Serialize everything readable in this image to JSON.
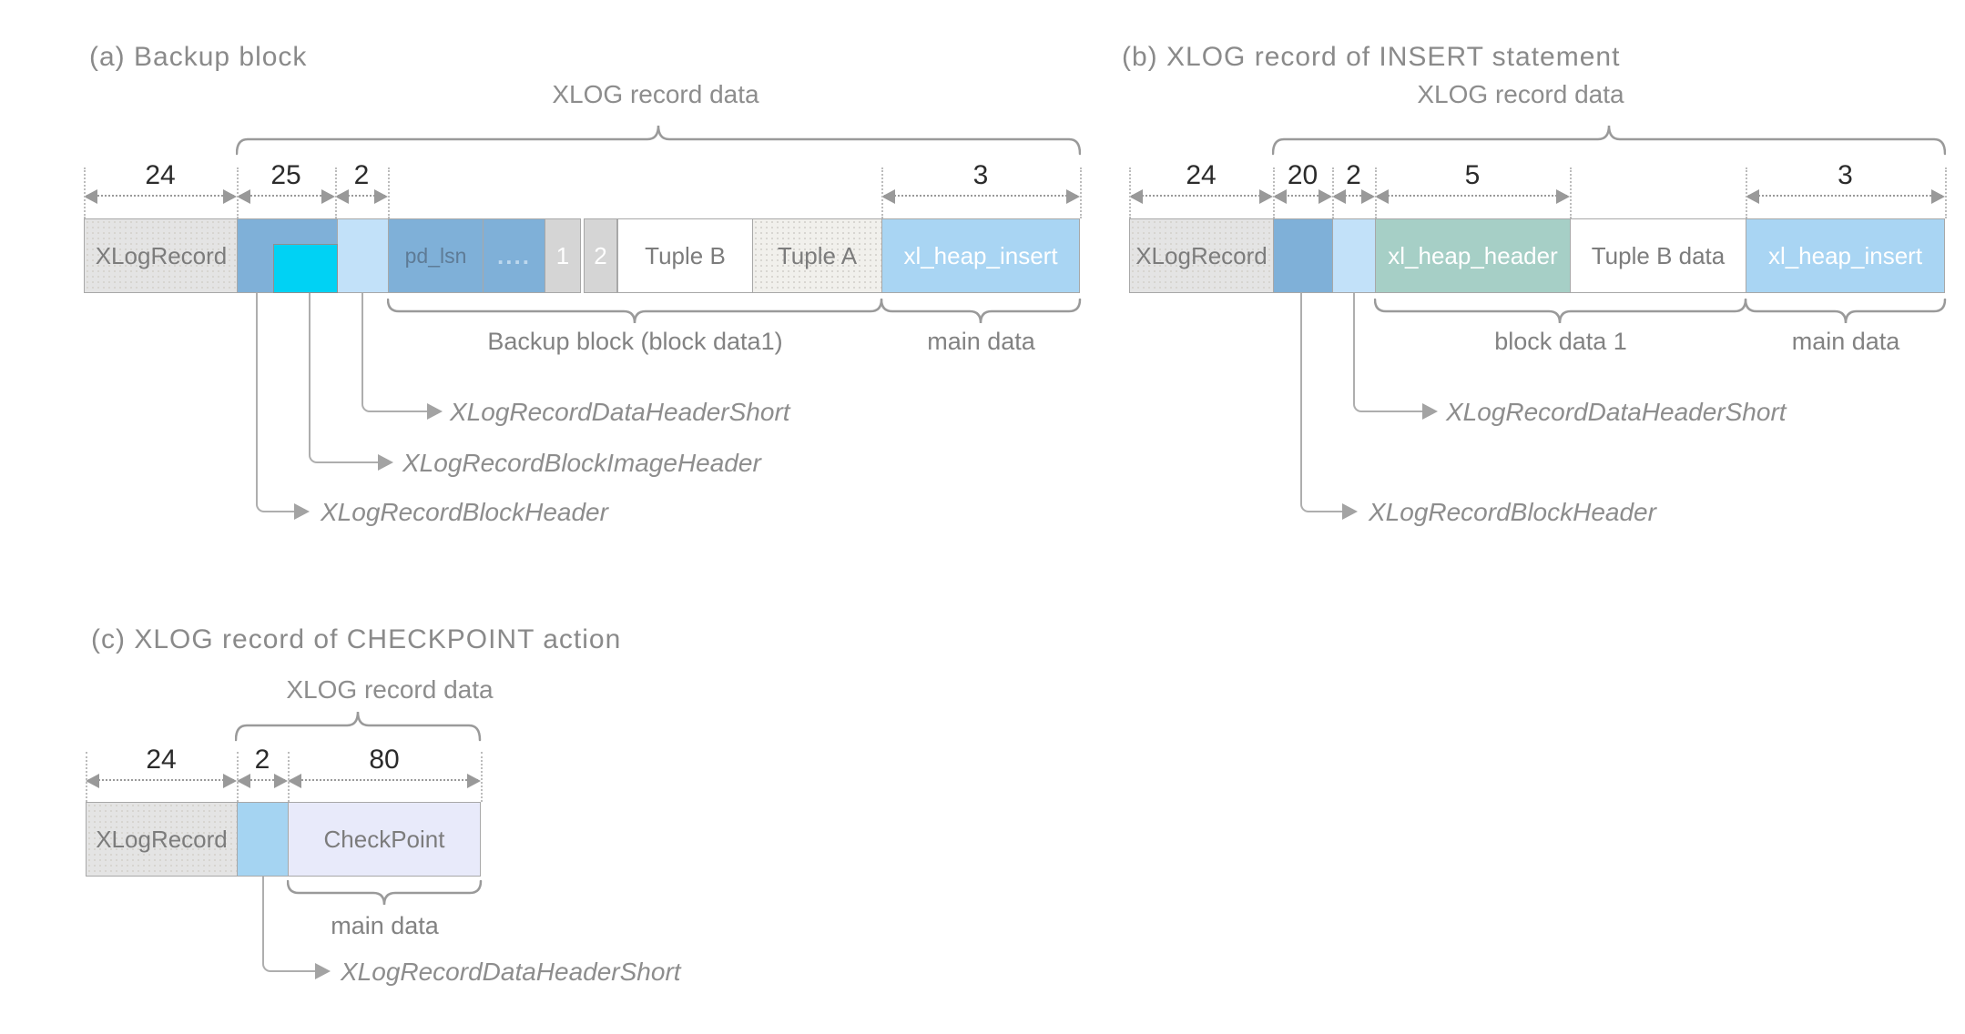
{
  "a": {
    "title": "(a) Backup block",
    "xlog_record_data": "XLOG record data",
    "dim_24": "24",
    "dim_25": "25",
    "dim_2": "2",
    "dim_3": "3",
    "seg_xlogrecord": "XLogRecord",
    "seg_pd_lsn": "pd_lsn",
    "seg_dots": "....",
    "seg_1": "1",
    "seg_2": "2",
    "seg_tuple_b": "Tuple B",
    "seg_tuple_a": "Tuple A",
    "seg_xl_heap_insert": "xl_heap_insert",
    "brace_backup_block": "Backup block (block data1)",
    "brace_main_data": "main data",
    "label_data_header_short": "XLogRecordDataHeaderShort",
    "label_block_image_header": "XLogRecordBlockImageHeader",
    "label_block_header": "XLogRecordBlockHeader"
  },
  "b": {
    "title": "(b) XLOG record of INSERT statement",
    "xlog_record_data": "XLOG record data",
    "dim_24": "24",
    "dim_20": "20",
    "dim_2": "2",
    "dim_5": "5",
    "dim_3": "3",
    "seg_xlogrecord": "XLogRecord",
    "seg_xl_heap_header": "xl_heap_header",
    "seg_tuple_b_data": "Tuple B data",
    "seg_xl_heap_insert": "xl_heap_insert",
    "brace_block_data": "block data 1",
    "brace_main_data": "main data",
    "label_data_header_short": "XLogRecordDataHeaderShort",
    "label_block_header": "XLogRecordBlockHeader"
  },
  "c": {
    "title": "(c) XLOG record of CHECKPOINT action",
    "xlog_record_data": "XLOG record data",
    "dim_24": "24",
    "dim_2": "2",
    "dim_80": "80",
    "seg_xlogrecord": "XLogRecord",
    "seg_checkpoint": "CheckPoint",
    "brace_main_data": "main data",
    "label_data_header_short": "XLogRecordDataHeaderShort"
  },
  "colors": {
    "segment_gray": "#e4e4e4",
    "steel_blue": "#7fb0d8",
    "cyan": "#00d2f4",
    "pale_blue": "#c2e1f9",
    "sky_blue": "#a9d5f3",
    "teal_green": "#a6cfc6",
    "lavender": "#e8eafa",
    "dotted_gray": "#f1f0ec",
    "line_gray": "#9a9a9a",
    "text_gray": "#8a8a8a"
  }
}
